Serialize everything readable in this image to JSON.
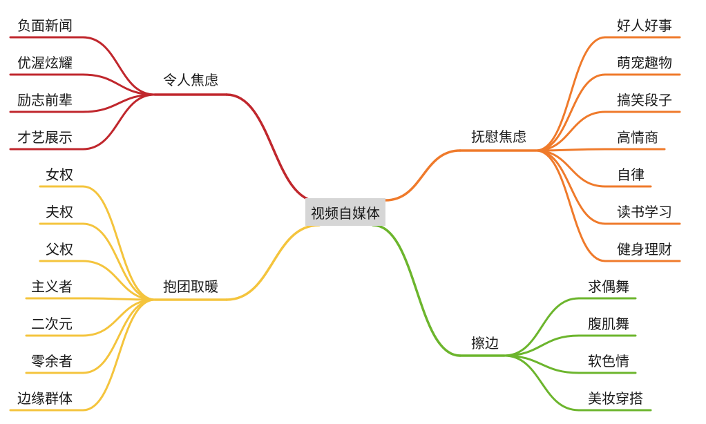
{
  "root": {
    "label": "视频自媒体"
  },
  "branches": [
    {
      "key": "anxiety",
      "label": "令人焦虑",
      "side": "left",
      "color": "#c0272d",
      "children": [
        "负面新闻",
        "优渥炫耀",
        "励志前辈",
        "才艺展示"
      ]
    },
    {
      "key": "comfort",
      "label": "抚慰焦虑",
      "side": "right",
      "color": "#ef7a2b",
      "children": [
        "好人好事",
        "萌宠趣物",
        "搞笑段子",
        "高情商",
        "自律",
        "读书学习",
        "健身理财"
      ]
    },
    {
      "key": "group",
      "label": "抱团取暖",
      "side": "left",
      "color": "#f4c43d",
      "children": [
        "女权",
        "夫权",
        "父权",
        "主义者",
        "二次元",
        "零余者",
        "边缘群体"
      ]
    },
    {
      "key": "edge",
      "label": "擦边",
      "side": "right",
      "color": "#6cb52d",
      "children": [
        "求偶舞",
        "腹肌舞",
        "软色情",
        "美妆穿搭"
      ]
    }
  ]
}
